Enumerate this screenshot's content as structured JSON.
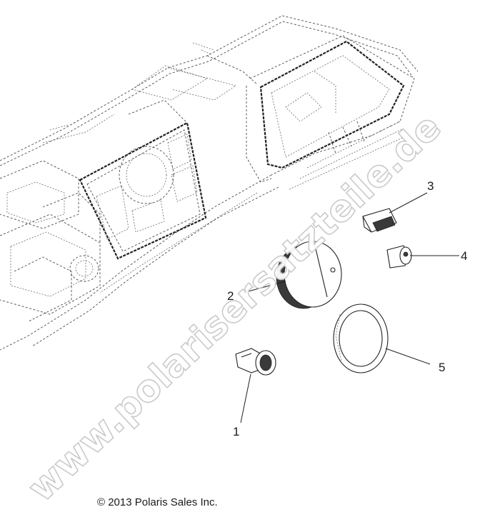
{
  "watermark": "www.polarisersatzteile.de",
  "copyright": "© 2013 Polaris Sales Inc.",
  "callouts": [
    "1",
    "2",
    "3",
    "4",
    "5"
  ]
}
